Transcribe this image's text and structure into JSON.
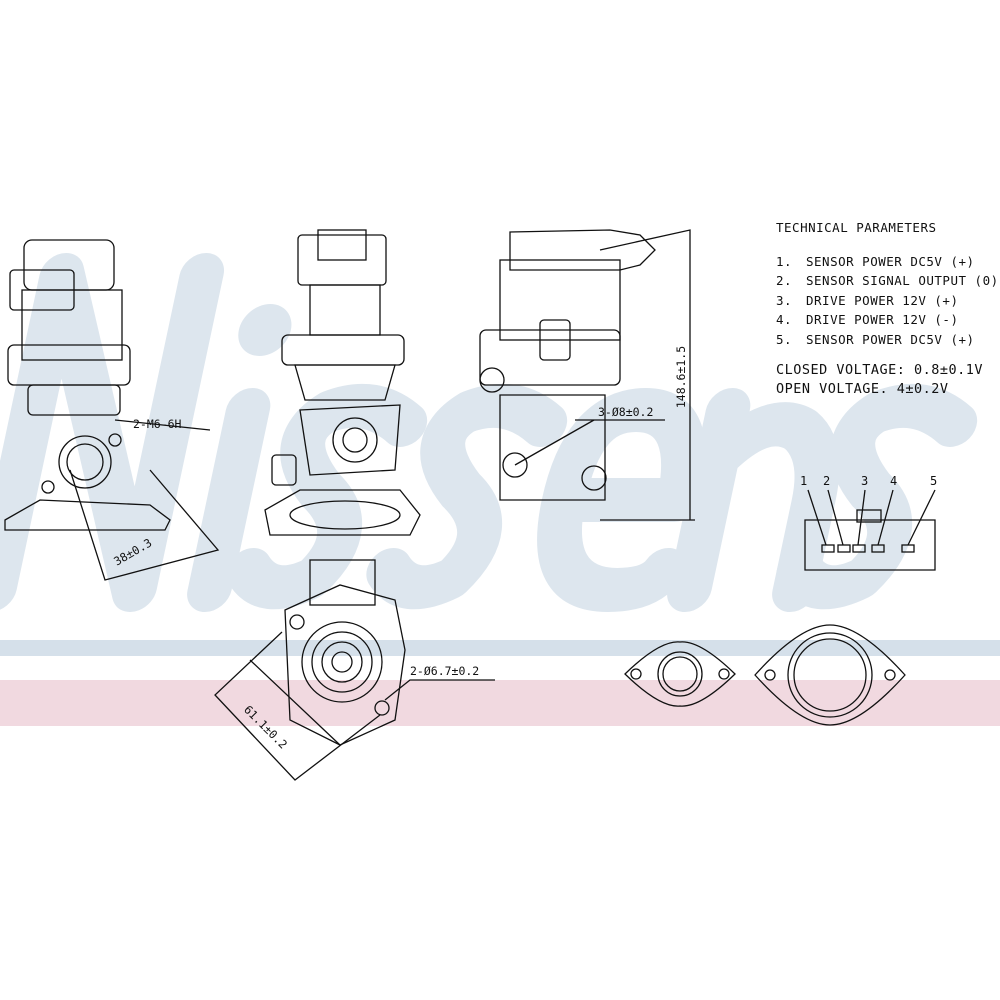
{
  "watermark": "Nissens",
  "technical_parameters": {
    "title": "TECHNICAL PARAMETERS",
    "items": [
      {
        "num": "1.",
        "text": "SENSOR POWER DC5V (+)"
      },
      {
        "num": "2.",
        "text": "SENSOR SIGNAL OUTPUT (0)"
      },
      {
        "num": "3.",
        "text": "DRIVE POWER 12V (+)"
      },
      {
        "num": "4.",
        "text": "DRIVE POWER 12V (-)"
      },
      {
        "num": "5.",
        "text": "SENSOR POWER DC5V (+)"
      }
    ],
    "closed_voltage": "CLOSED VOLTAGE: 0.8±0.1V",
    "open_voltage": "OPEN VOLTAGE. 4±0.2V"
  },
  "dimensions": {
    "thread": "2-M6-6H",
    "width_38": "38±0.3",
    "holes_8": "3-Ø8±0.2",
    "height": "148.6±1.5",
    "holes_67": "2-Ø6.7±0.2",
    "width_61": "61.1±0.2"
  },
  "connector_pins": [
    "1",
    "2",
    "3",
    "4",
    "5"
  ],
  "colors": {
    "band_blue": "#d5e0ea",
    "band_pink": "#f1d9e0",
    "watermark": "#dde6ee",
    "line": "#111111"
  }
}
